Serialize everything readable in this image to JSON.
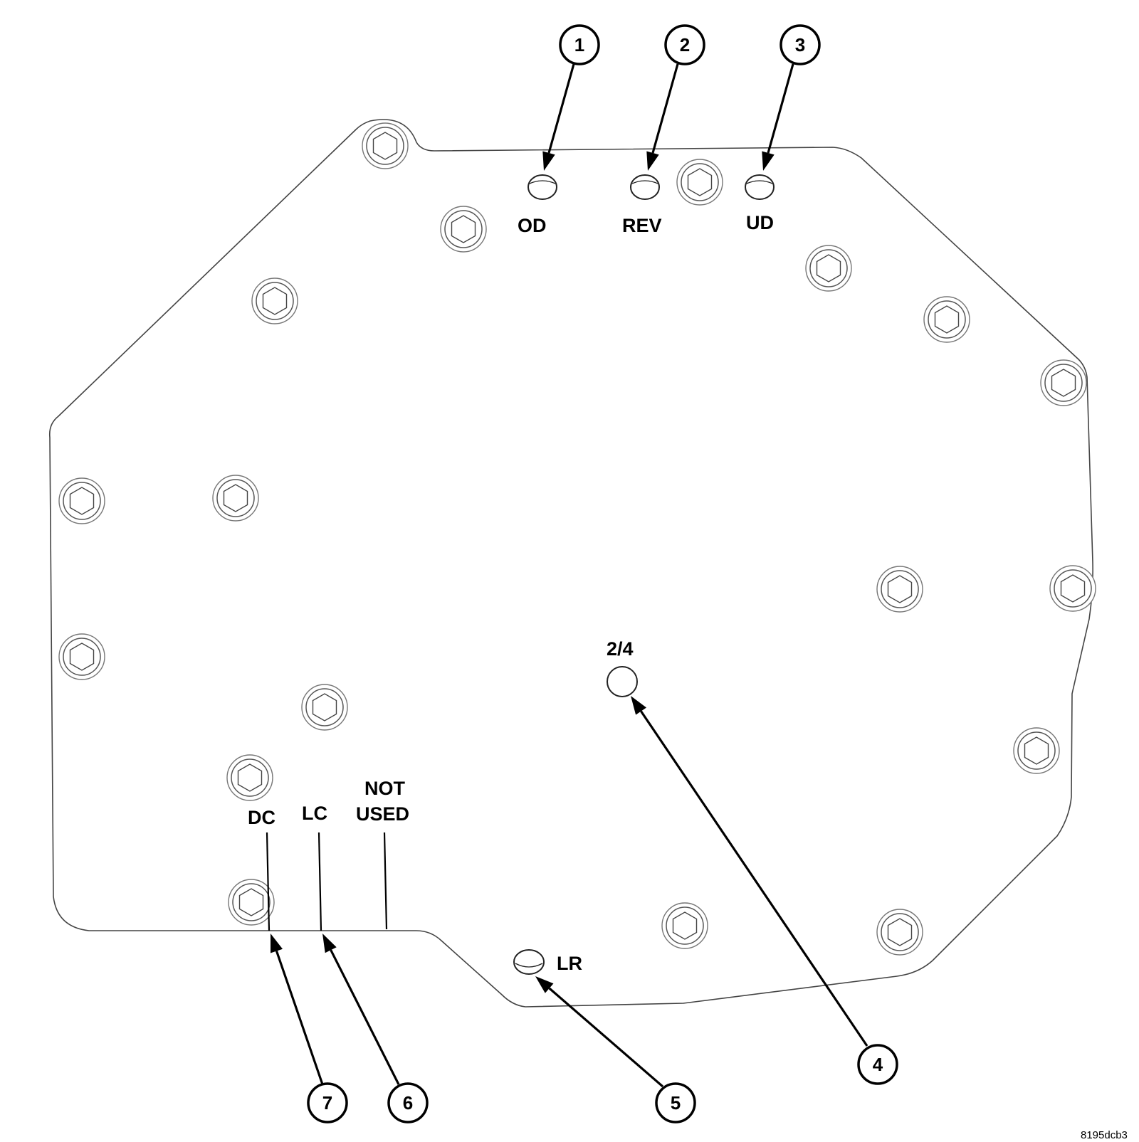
{
  "ports": [
    {
      "id": "od",
      "label": "OD"
    },
    {
      "id": "rev",
      "label": "REV"
    },
    {
      "id": "ud",
      "label": "UD"
    },
    {
      "id": "two-four",
      "label": "2/4"
    },
    {
      "id": "lr",
      "label": "LR"
    },
    {
      "id": "dc",
      "label": "DC"
    },
    {
      "id": "lc",
      "label": "LC"
    },
    {
      "id": "not-used",
      "label_line1": "NOT",
      "label_line2": "USED"
    }
  ],
  "callouts": [
    "1",
    "2",
    "3",
    "4",
    "5",
    "6",
    "7"
  ],
  "reference_code": "8195dcb3"
}
